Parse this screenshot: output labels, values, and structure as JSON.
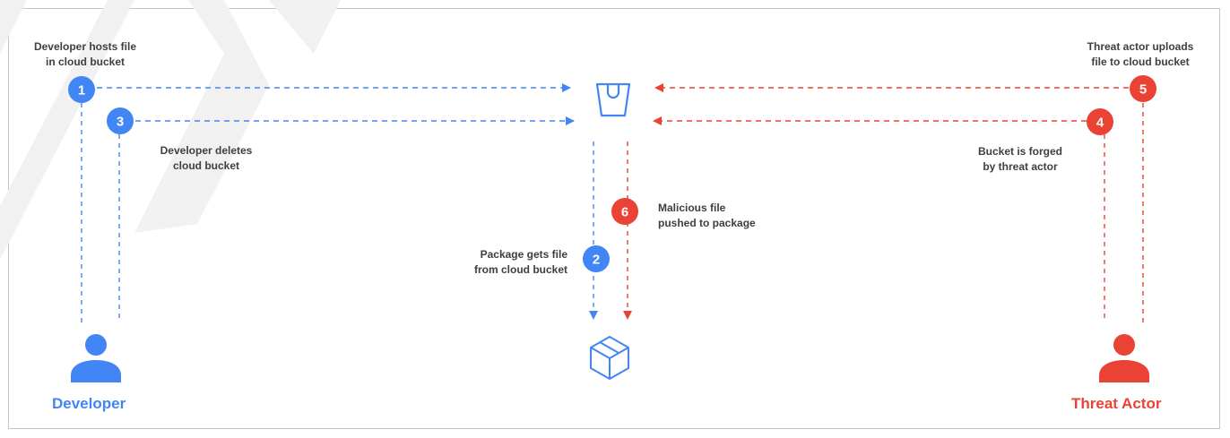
{
  "colors": {
    "developer": "#4285f4",
    "threat": "#ea4335",
    "label_text": "#3c4043",
    "frame": "#c4c4c4",
    "watermark": "#f1f1f1"
  },
  "icons": {
    "bucket": "bucket-icon",
    "package": "package-box-icon",
    "developer": "person-icon",
    "threat_actor": "person-icon"
  },
  "actors": {
    "developer": "Developer",
    "threat_actor": "Threat Actor"
  },
  "steps": [
    {
      "number": "1",
      "label": "Developer hosts file\nin cloud bucket"
    },
    {
      "number": "2",
      "label": "Package gets file\nfrom cloud bucket"
    },
    {
      "number": "3",
      "label": "Developer deletes\ncloud bucket"
    },
    {
      "number": "4",
      "label": "Bucket is forged\nby threat actor"
    },
    {
      "number": "5",
      "label": "Threat actor uploads\nfile to cloud bucket"
    },
    {
      "number": "6",
      "label": "Malicious file\npushed to package"
    }
  ]
}
